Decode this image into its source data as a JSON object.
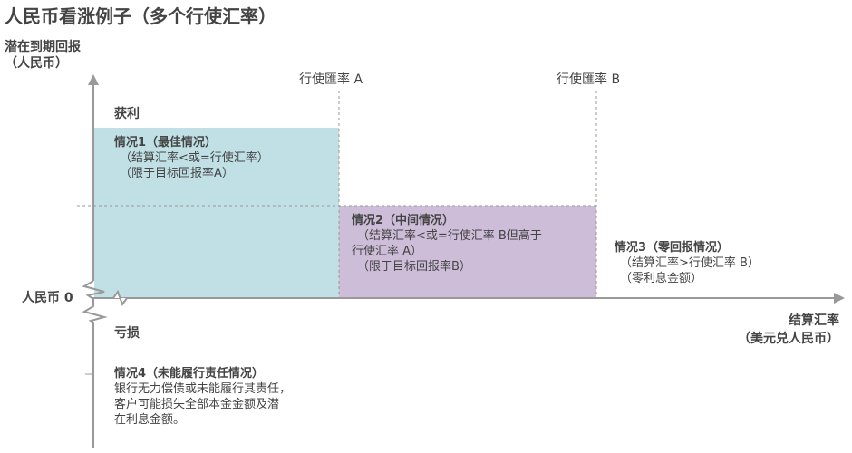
{
  "title": "人民币看涨例子（多个行使汇率）",
  "y_axis": {
    "label_line1": "潜在到期回报",
    "label_line2": "（人民币）",
    "zero_label": "人民币 0"
  },
  "x_axis": {
    "label_line1": "结算汇率",
    "label_line2": "（美元兑人民币）"
  },
  "strikes": {
    "a": "行使匯率 A",
    "b": "行使匯率 B"
  },
  "regions": {
    "profit": "获利",
    "loss": "亏损"
  },
  "scenarios": {
    "s1": {
      "title": "情况1（最佳情况）",
      "line1": "（结算汇率<或=行使汇率）",
      "line2": "（限于目标回报率A）"
    },
    "s2": {
      "title": "情况2（中间情况）",
      "line1": "（结算汇率<或=行使汇率 B但高于",
      "line2": "行使汇率 A）",
      "line3": "（限于目标回报率B）"
    },
    "s3": {
      "title": "情况3（零回报情况）",
      "line1": "（结算汇率>行使汇率 B）",
      "line2": "（零利息金额）"
    },
    "s4": {
      "title": "情况4（未能履行责任情况）",
      "line1": "银行无力偿债或未能履行其责任，",
      "line2": "客户可能损失全部本金金额及潜",
      "line3": "在利息金额。"
    }
  },
  "colors": {
    "scenario1": "#c0e0e6",
    "scenario2": "#cdbdd9",
    "axis": "#999999",
    "text": "#444444"
  }
}
